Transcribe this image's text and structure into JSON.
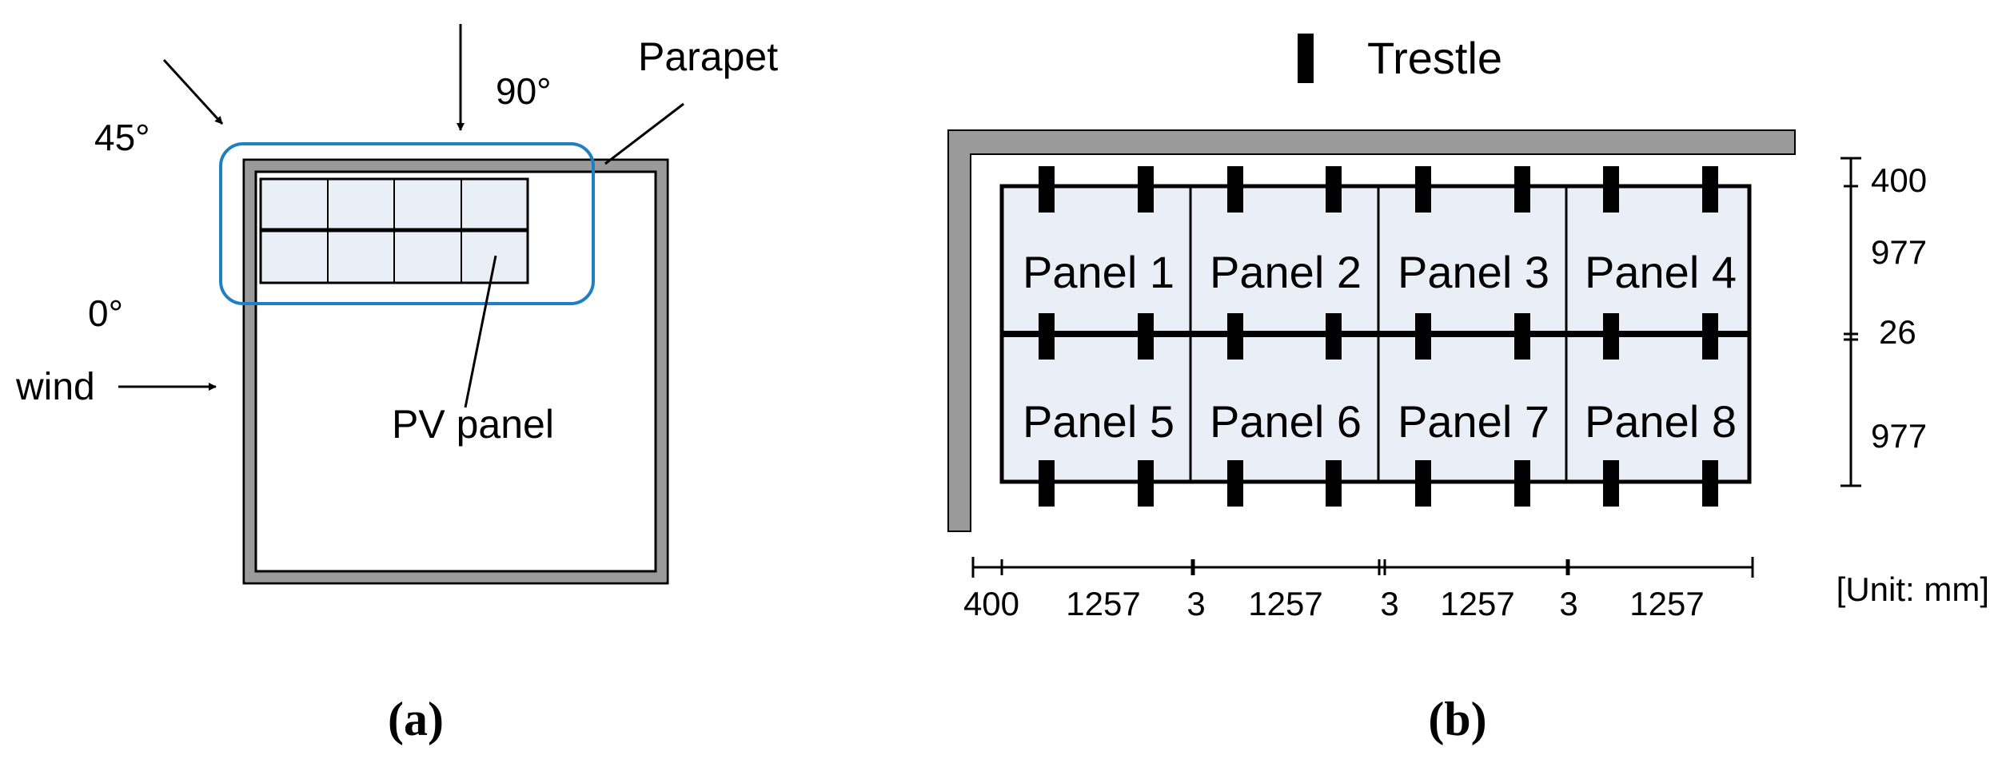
{
  "panel_a": {
    "angle_45": "45°",
    "angle_90": "90°",
    "angle_0": "0°",
    "wind": "wind",
    "parapet": "Parapet",
    "pv_panel": "PV panel",
    "caption": "(a)"
  },
  "panel_b": {
    "legend_label": "Trestle",
    "panels": [
      "Panel 1",
      "Panel 2",
      "Panel 3",
      "Panel 4",
      "Panel 5",
      "Panel 6",
      "Panel 7",
      "Panel 8"
    ],
    "vertical_dims": [
      "400",
      "977",
      "26",
      "977"
    ],
    "horizontal_dims": [
      "400",
      "1257",
      "3",
      "1257",
      "3",
      "1257",
      "3",
      "1257"
    ],
    "unit": "[Unit: mm]",
    "caption": "(b)"
  },
  "colors": {
    "panel_fill": "#eaeef7",
    "parapet_gray": "#9a9a9a",
    "highlight_blue": "#1f7fc4",
    "line": "#000000"
  }
}
